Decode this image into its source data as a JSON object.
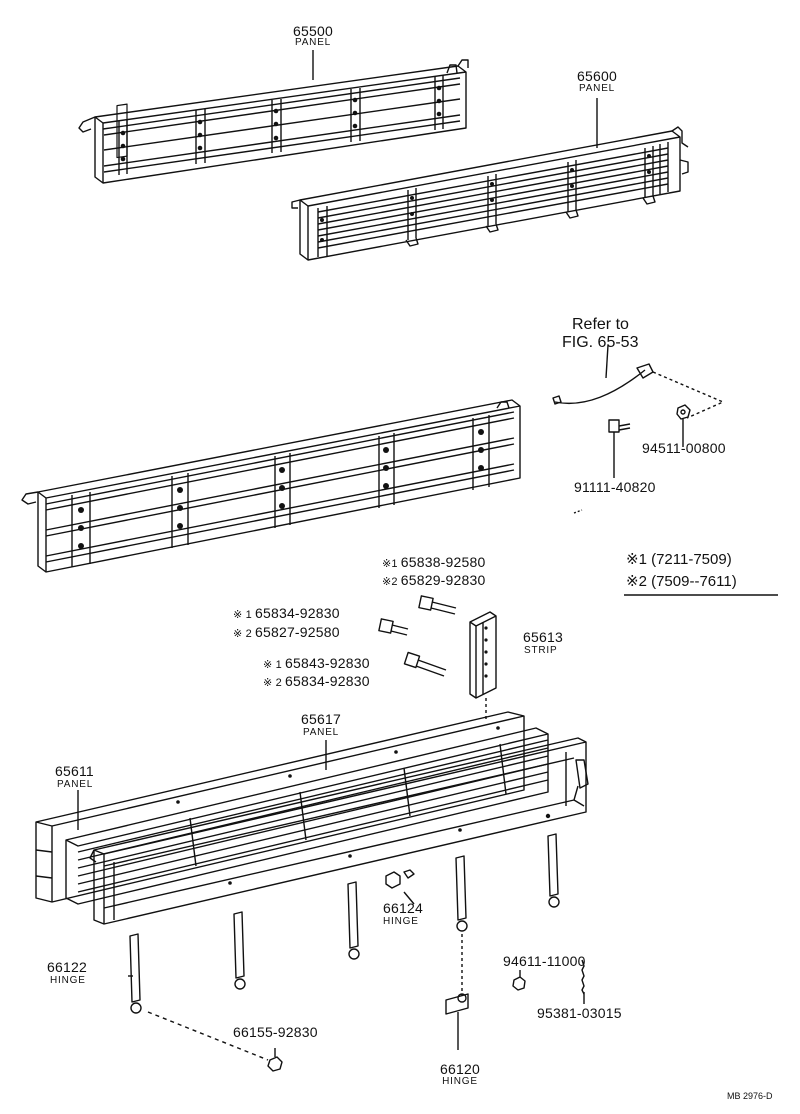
{
  "parts": {
    "p65500": {
      "number": "65500",
      "name": "PANEL"
    },
    "p65600": {
      "number": "65600",
      "name": "PANEL"
    },
    "p65617": {
      "number": "65617",
      "name": "PANEL"
    },
    "p65611": {
      "number": "65611",
      "name": "PANEL"
    },
    "p65613": {
      "number": "65613",
      "name": "STRIP"
    },
    "p66124": {
      "number": "66124",
      "name": "HINGE"
    },
    "p66122": {
      "number": "66122",
      "name": "HINGE"
    },
    "p66120": {
      "number": "66120",
      "name": "HINGE"
    },
    "p94511": {
      "number": "94511-00800"
    },
    "p91111": {
      "number": "91111-40820"
    },
    "p94611": {
      "number": "94611-11000"
    },
    "p95381": {
      "number": "95381-03015"
    },
    "p66155": {
      "number": "66155-92830"
    }
  },
  "refer": {
    "line1": "Refer to",
    "line2": "FIG. 65-53"
  },
  "bolts": {
    "b1": {
      "m1": "※1",
      "n1": "65838-92580",
      "m2": "※2",
      "n2": "65829-92830"
    },
    "b2": {
      "m1": "※ 1",
      "n1": "65834-92830",
      "m2": "※ 2",
      "n2": "65827-92580"
    },
    "b3": {
      "m1": "※ 1",
      "n1": "65843-92830",
      "m2": "※ 2",
      "n2": "65834-92830"
    }
  },
  "legend": [
    {
      "mark": "※1",
      "range": "(7211-7509)"
    },
    {
      "mark": "※2",
      "range": "(7509--7611)"
    }
  ],
  "footer": {
    "code": "MB 2976-D"
  }
}
